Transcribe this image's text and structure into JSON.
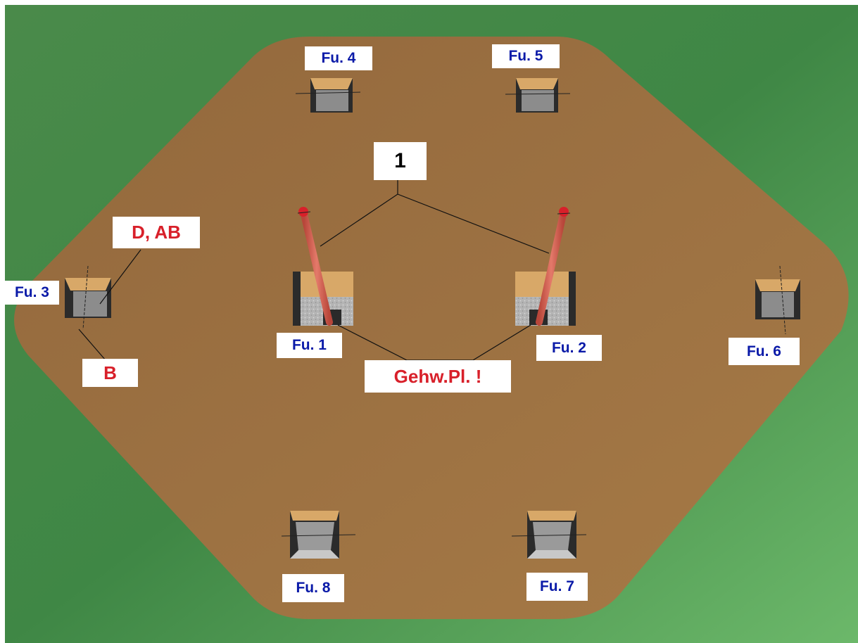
{
  "labels": {
    "fu1": "Fu. 1",
    "fu2": "Fu. 2",
    "fu3": "Fu. 3",
    "fu4": "Fu. 4",
    "fu5": "Fu. 5",
    "fu6": "Fu. 6",
    "fu7": "Fu. 7",
    "fu8": "Fu. 8",
    "num1": "1",
    "d_ab": "D, AB",
    "b": "B",
    "gehw": "Gehw.Pl. !"
  },
  "colors": {
    "ground_light": "#6fba6a",
    "ground_dark": "#3f8a43",
    "soil": "#9a7040",
    "soil_light": "#a87c48",
    "pit_dark": "#2b2b2b",
    "pit_grey": "#8c8c8c",
    "sand": "#d8a868",
    "gravel": "#b8b8b8",
    "post": "#d9685a",
    "post_dark": "#a83d33",
    "label_blue": "#0a1aa8",
    "label_red": "#d8202a"
  }
}
